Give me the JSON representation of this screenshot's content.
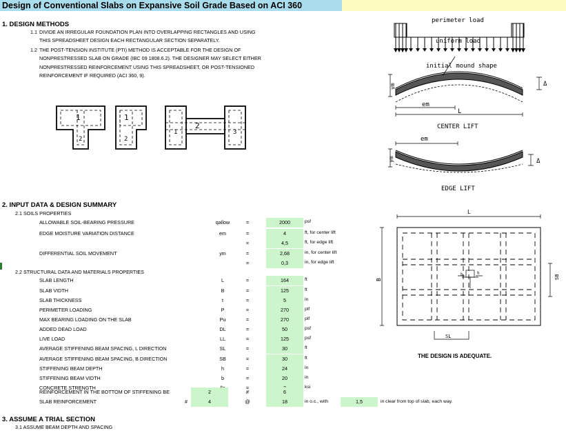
{
  "title": "Design of Conventional Slabs on Expansive Soil Grade Based on ACI 360",
  "section1": {
    "heading": "1. DESIGN METHODS",
    "items": [
      {
        "num": "1.1",
        "lines": [
          "DIVIDE AN IRREGULAR FOUNDATION PLAN INTO OVERLAPPING RECTANGLES AND USING",
          "THIS SPREADSHEET DESIGN EACH RECTANGULAR SECTION SEPARATELY."
        ]
      },
      {
        "num": "1.2",
        "lines": [
          "THE POST-TENSION INSTITUTE (PTI) METHOD IS ACCEPTABLE FOR THE DESIGN OF",
          "NONPRESTRESSED SLAB ON GRADE (IBC 09 1808.6.2). THE DESIGNER MAY SELECT EITHER",
          "NONPRESTRESSED REINFORCEMENT USING THIS SPREADSHEET, OR POST-TENSIONED",
          "REINFORCEMENT IF REQUIRED (ACI 360, 9)."
        ]
      }
    ]
  },
  "diagrams": {
    "perimeter_load": "perimeter load",
    "uniform_load": "uniform load",
    "initial_mound": "initial mound shape",
    "ym": "ym",
    "delta": "Δ",
    "em": "em",
    "L": "L",
    "center_lift": "CENTER LIFT",
    "edge_lift": "EDGE LIFT",
    "B": "B",
    "SB": "SB",
    "SL": "SL",
    "b": "b",
    "h": "h",
    "plan_labels": [
      "1",
      "2",
      "1",
      "2",
      "1",
      "2",
      "3"
    ]
  },
  "section2": {
    "heading": "2. INPUT DATA & DESIGN SUMMARY",
    "sub1": "2.1 SOILS PROPERTIES",
    "sub2": "2.2 STRUCTURAL DATA AND MATERIALS PROPERTIES",
    "rows": [
      {
        "label": "ALLOWABLE SOIL-BEARING PRESSURE",
        "sym": "qallow",
        "eq": "=",
        "value": "2000",
        "unit": "psf"
      },
      {
        "label": "EDGE MOISTURE VARIATION DISTANCE",
        "sym": "em",
        "eq": "=",
        "value": "4",
        "unit": "ft, for center lift"
      },
      {
        "label": "",
        "sym": "",
        "eq": "=",
        "value": "4,5",
        "unit": "ft, for edge lift"
      },
      {
        "label": "DIFFERENTIAL SOIL MOVEMENT",
        "sym": "ym",
        "eq": "=",
        "value": "2,68",
        "unit": "in, for center lift"
      },
      {
        "label": "",
        "sym": "",
        "eq": "=",
        "value": "0,3",
        "unit": "in, for edge lift"
      },
      {
        "label": "SLAB LENGTH",
        "sym": "L",
        "eq": "=",
        "value": "164",
        "unit": "ft"
      },
      {
        "label": "SLAB VIDTH",
        "sym": "B",
        "eq": "=",
        "value": "125",
        "unit": "ft"
      },
      {
        "label": "SLAB THICKNESS",
        "sym": "t",
        "eq": "=",
        "value": "5",
        "unit": "in"
      },
      {
        "label": "PERIMETER LOADING",
        "sym": "P",
        "eq": "=",
        "value": "270",
        "unit": "plf"
      },
      {
        "label": "MAX BEARING LOADING ON THE SLAB",
        "sym": "Pu",
        "eq": "=",
        "value": "270",
        "unit": "plf"
      },
      {
        "label": "ADDED DEAD LOAD",
        "sym": "DL",
        "eq": "=",
        "value": "50",
        "unit": "psf"
      },
      {
        "label": "LIVE LOAD",
        "sym": "LL",
        "eq": "=",
        "value": "125",
        "unit": "psf"
      },
      {
        "label": "AVERAGE STIFFENING BEAM SPACING, L DIRECTION",
        "sym": "SL",
        "eq": "=",
        "value": "30",
        "unit": "ft"
      },
      {
        "label": "AVERAGE STIFFENING BEAM SPACING, B DIRECTION",
        "sym": "SB",
        "eq": "=",
        "value": "30",
        "unit": "ft"
      },
      {
        "label": "STIFFENING BEAM DEPTH",
        "sym": "h",
        "eq": "=",
        "value": "24",
        "unit": "in"
      },
      {
        "label": "STIFFENING BEAM VIDTH",
        "sym": "b",
        "eq": "=",
        "value": "20",
        "unit": "in"
      },
      {
        "label": "CONCRETE STRENGTH",
        "sym": "f'c",
        "eq": "=",
        "value": "3",
        "unit": "ksi"
      }
    ],
    "reinf_bottom": {
      "label": "REINFORCEMENT IN THE BOTTOM OF STIFFENING BE",
      "count": "2",
      "eq": "#",
      "value": "6"
    },
    "slab_reinf": {
      "label": "SLAB REINFORCEMENT",
      "hash": "#",
      "bar": "4",
      "at": "@",
      "value": "18",
      "unit": "in o.c., with",
      "clear": "1,5",
      "clear_text": "in clear from top of slab, each way."
    },
    "result": "THE DESIGN IS ADEQUATE."
  },
  "section3": {
    "heading": "3. ASSUME A TRIAL SECTION",
    "sub": "3.1 ASSUME BEAM DEPTH AND SPACING"
  }
}
